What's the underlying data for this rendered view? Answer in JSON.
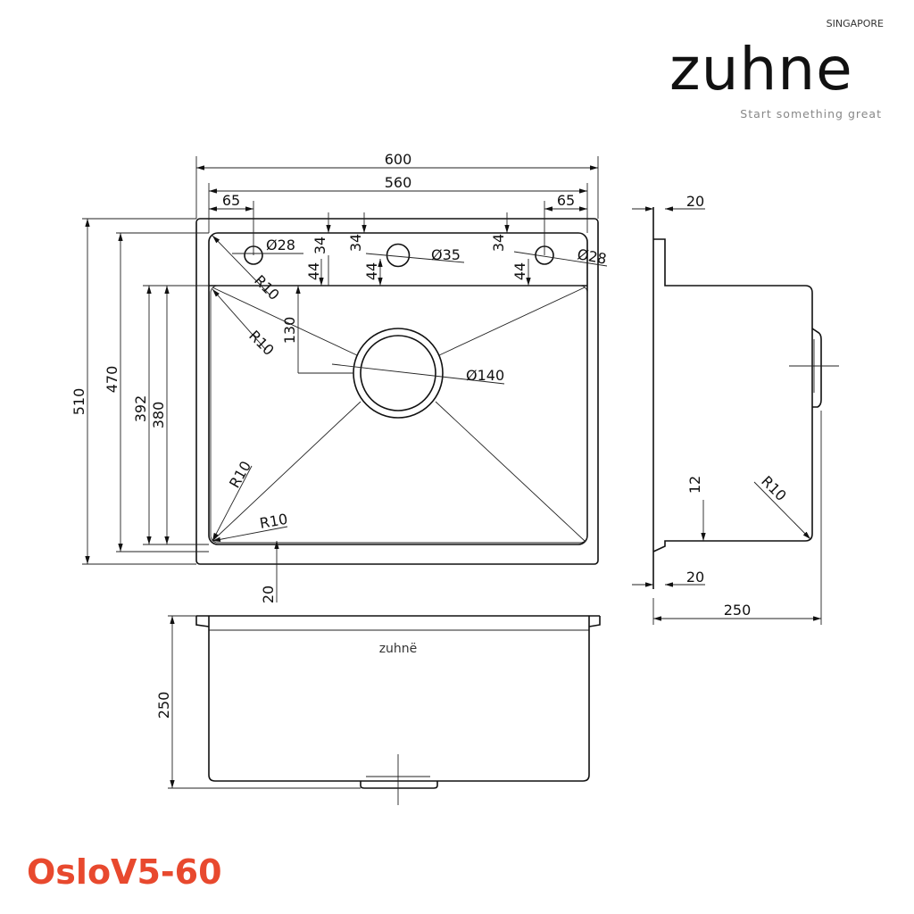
{
  "brand": {
    "name": "zuhne",
    "region": "SINGAPORE",
    "tagline": "Start something great",
    "stamp": "zuhnë"
  },
  "product": {
    "model": "OsloV5-60"
  },
  "colors": {
    "title": "#e8492e",
    "lines": "#111111"
  },
  "dimensions": {
    "top_view": {
      "overall_width": "600",
      "inner_width": "560",
      "left_offset": "65",
      "right_offset": "65",
      "overall_depth": "510",
      "inner_depth": "470",
      "bowl_depth_a": "392",
      "bowl_depth_b": "380",
      "ledge_left": "34",
      "ledge_mid": "34",
      "ledge_right": "34",
      "hole_left_offset": "44",
      "hole_mid_offset": "44",
      "hole_right_offset": "44",
      "hole_left_dia": "Ø28",
      "hole_mid_dia": "Ø35",
      "hole_right_dia": "Ø28",
      "drain_offset": "130",
      "drain_dia": "Ø140",
      "radius_1": "R10",
      "radius_2": "R10",
      "radius_3": "R10",
      "radius_4": "R10",
      "bottom_margin": "20"
    },
    "side_view": {
      "flange_top": "20",
      "flange_bottom": "20",
      "step": "12",
      "depth": "250",
      "radius": "R10"
    },
    "front_view": {
      "height": "250"
    }
  }
}
